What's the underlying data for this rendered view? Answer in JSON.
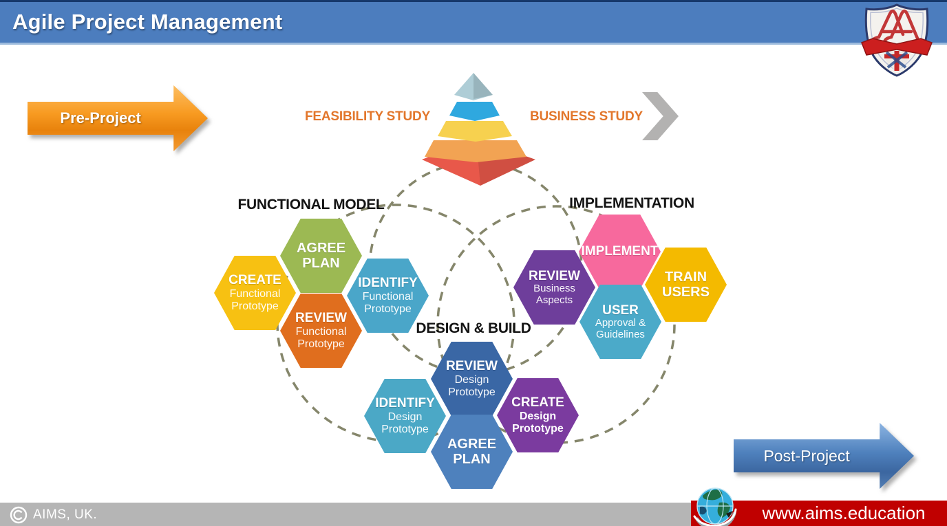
{
  "header": {
    "title": "Agile Project Management",
    "bg_color": "#4C7DBE"
  },
  "stage_flow": {
    "pre_label": "Pre-Project",
    "post_label": "Post-Project",
    "feasibility_label": "FEASIBILITY STUDY",
    "business_label": "BUSINESS STUDY",
    "pre_arrow_color": "#F7941E",
    "post_arrow_color": "#4F81BD",
    "label_color": "#E2762B"
  },
  "pyramid": {
    "layer_colors": [
      "#AECDD6",
      "#2FA8DF",
      "#F7D14F",
      "#F2A353",
      "#E8584A"
    ]
  },
  "diagram": {
    "dash_color": "#85866B"
  },
  "clusters": {
    "functional_model": {
      "title": "FUNCTIONAL MODEL",
      "hexes": {
        "agree_plan": {
          "line1": "AGREE",
          "line2": "PLAN",
          "color": "#9CB953"
        },
        "create": {
          "line1": "CREATE",
          "line2": "Functional",
          "line3": "Prototype",
          "color": "#F7C112"
        },
        "identify": {
          "line1": "IDENTIFY",
          "line2": "Functional",
          "line3": "Prototype",
          "color": "#4AA6C9"
        },
        "review": {
          "line1": "REVIEW",
          "line2": "Functional",
          "line3": "Prototype",
          "color": "#E06E1E"
        }
      }
    },
    "implementation": {
      "title": "IMPLEMENTATION",
      "hexes": {
        "implement": {
          "line1": "IMPLEMENT",
          "color": "#F7699D"
        },
        "review": {
          "line1": "REVIEW",
          "line2": "Business",
          "line3": "Aspects",
          "color": "#6E3E9B"
        },
        "train_users": {
          "line1": "TRAIN",
          "line2": "USERS",
          "color": "#F4BA00"
        },
        "user": {
          "line1": "USER",
          "line2": "Approval &",
          "line3": "Guidelines",
          "color": "#4BAAC9"
        }
      }
    },
    "design_build": {
      "title": "DESIGN & BUILD",
      "hexes": {
        "review": {
          "line1": "REVIEW",
          "line2": "Design",
          "line3": "Prototype",
          "color": "#3A67A5"
        },
        "identify": {
          "line1": "IDENTIFY",
          "line2": "Design",
          "line3": "Prototype",
          "color": "#4BA8C6"
        },
        "create": {
          "line1": "CREATE",
          "line2": "Design",
          "line3": "Prototype",
          "color": "#7B3B9F"
        },
        "agree_plan": {
          "line1": "AGREE",
          "line2": "PLAN",
          "color": "#4E81BD"
        }
      }
    }
  },
  "footer": {
    "copyright": "AIMS, UK.",
    "website": "www.aims.education",
    "bar_color": "#C00000",
    "strip_color": "#B5B5B5"
  }
}
